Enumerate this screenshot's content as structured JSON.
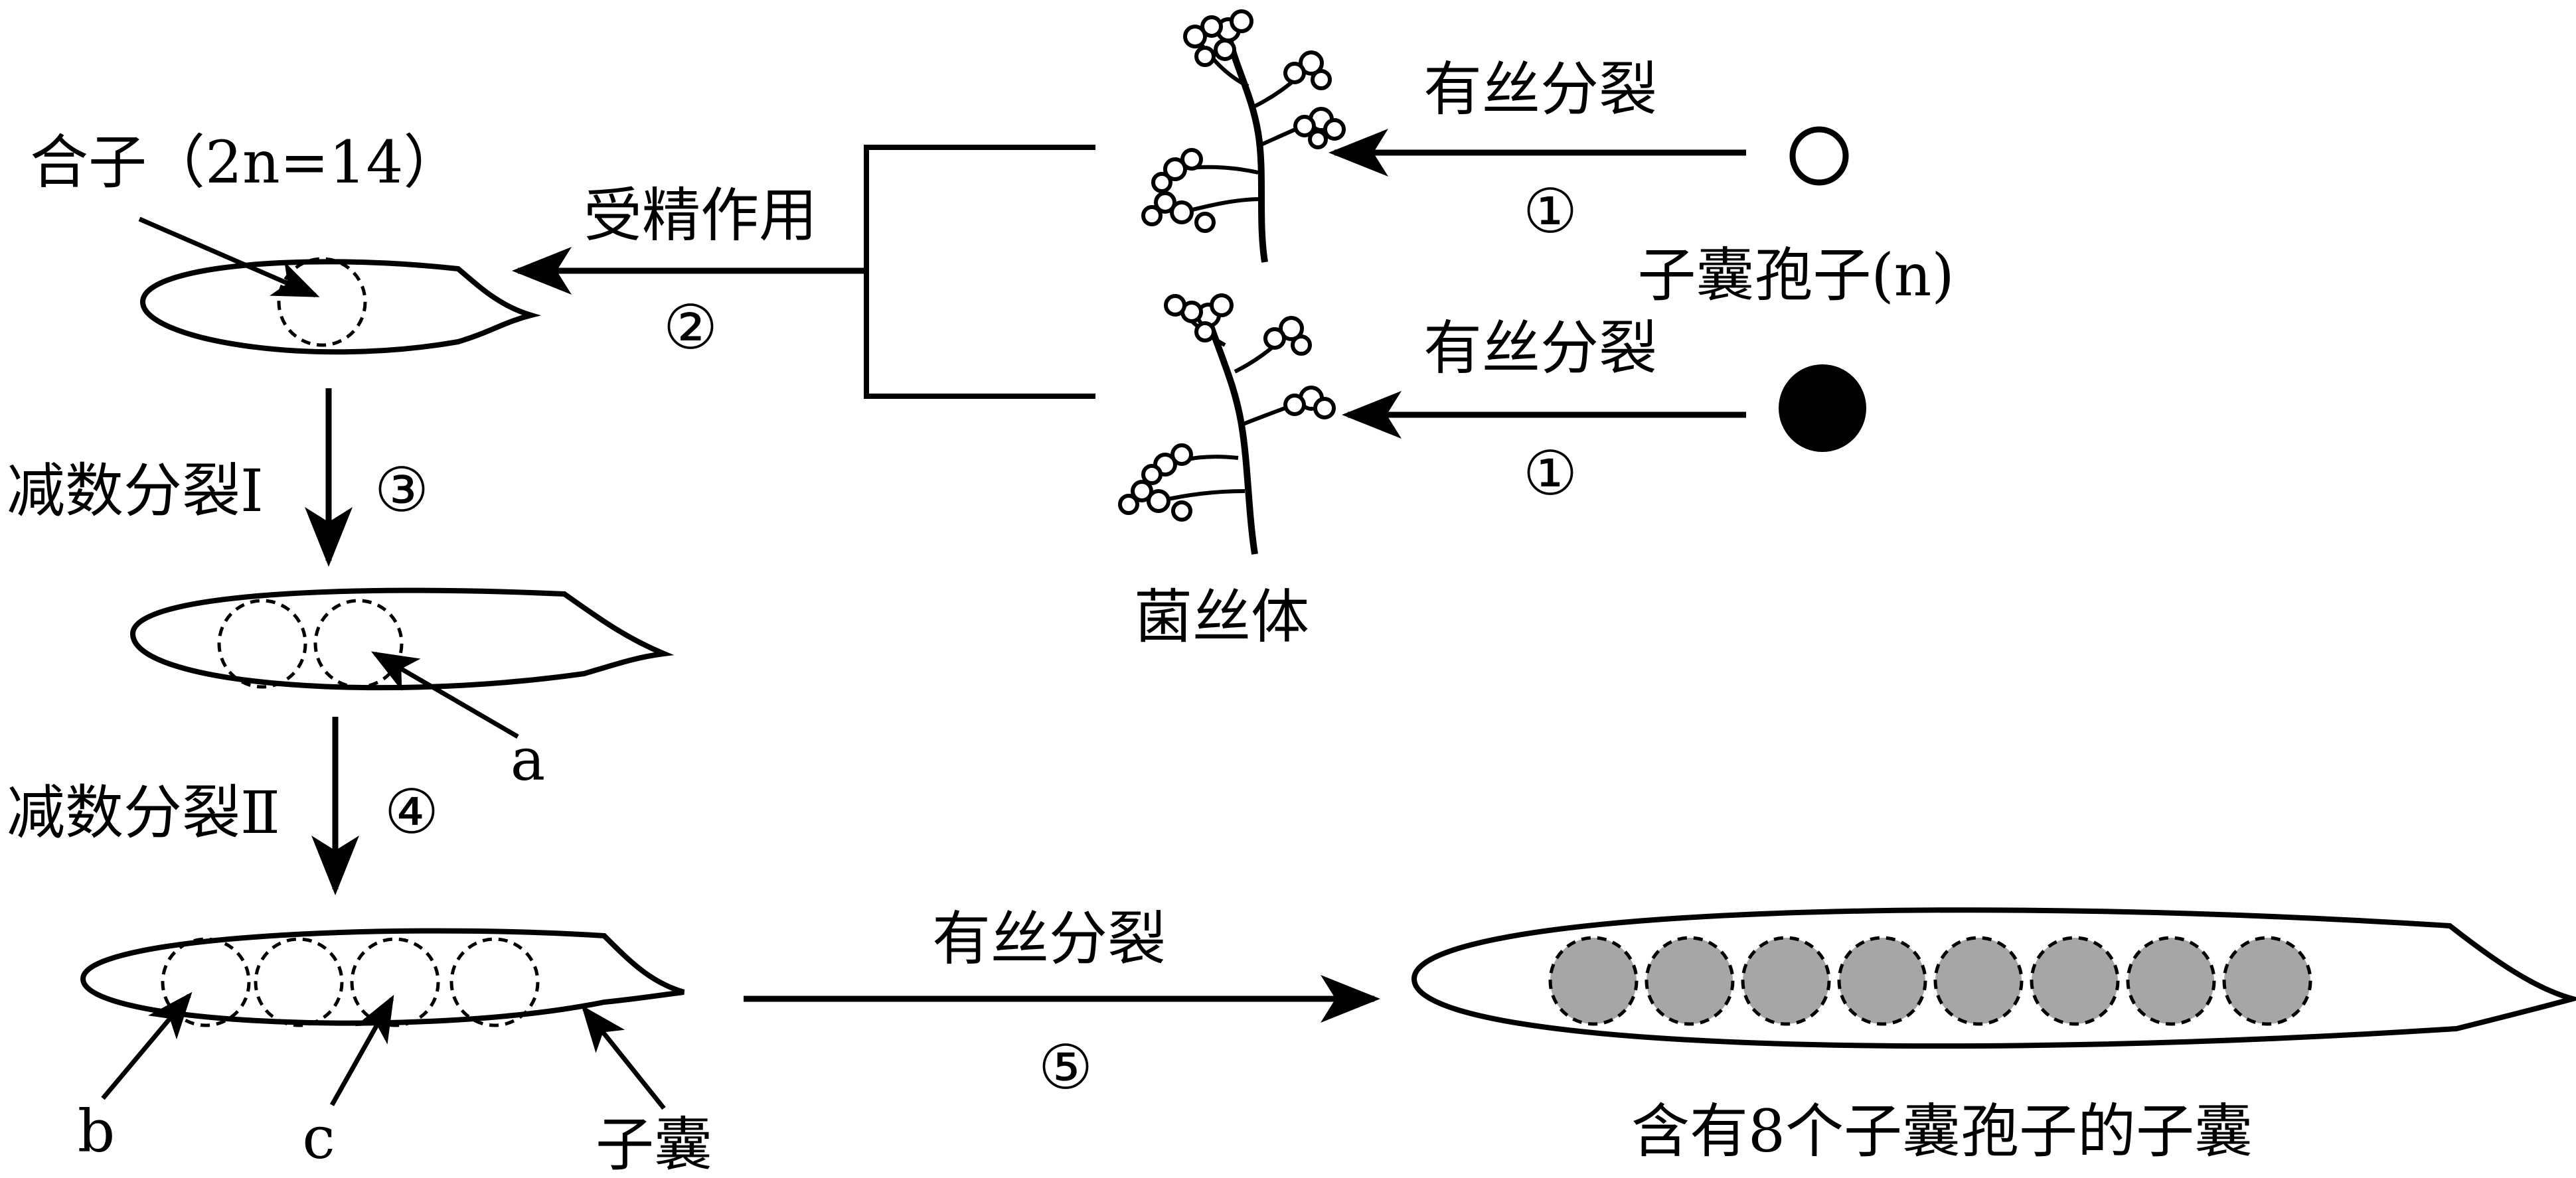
{
  "labels": {
    "zygote": "合子（2n=14）",
    "fertilization": "受精作用",
    "meiosis1": "减数分裂Ⅰ",
    "meiosis2": "减数分裂Ⅱ",
    "mitosis_top": "有丝分裂",
    "mitosis_mid": "有丝分裂",
    "mitosis_bottom": "有丝分裂",
    "ascospore": "子囊孢子(n)",
    "mycelium": "菌丝体",
    "ascus": "子囊",
    "final_ascus": "含有8个子囊孢子的子囊",
    "a": "a",
    "b": "b",
    "c": "c"
  },
  "steps": {
    "s1_top": "①",
    "s1_bottom": "①",
    "s2": "②",
    "s3": "③",
    "s4": "④",
    "s5": "⑤"
  },
  "colors": {
    "line": "#000000",
    "spore_fill": "#a6a6a6",
    "black_spore": "#000000"
  }
}
